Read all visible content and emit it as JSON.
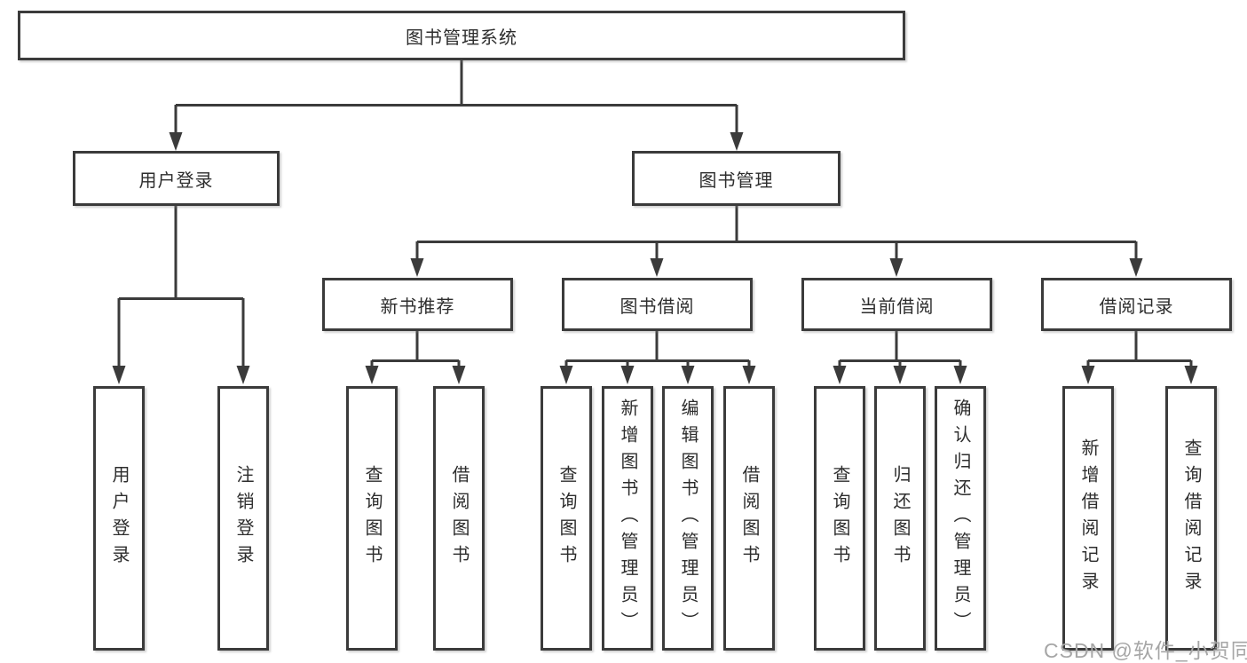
{
  "tree": {
    "root": {
      "label": "图书管理系统",
      "children": [
        {
          "label": "用户登录",
          "children": [
            {
              "label": "用户登录"
            },
            {
              "label": "注销登录"
            }
          ]
        },
        {
          "label": "图书管理",
          "children": [
            {
              "label": "新书推荐",
              "children": [
                {
                  "label": "查询图书"
                },
                {
                  "label": "借阅图书"
                }
              ]
            },
            {
              "label": "图书借阅",
              "children": [
                {
                  "label": "查询图书"
                },
                {
                  "label": "新增图书（管理员）"
                },
                {
                  "label": "编辑图书（管理员）"
                },
                {
                  "label": "借阅图书"
                }
              ]
            },
            {
              "label": "当前借阅",
              "children": [
                {
                  "label": "查询图书"
                },
                {
                  "label": "归还图书"
                },
                {
                  "label": "确认归还（管理员）"
                }
              ]
            },
            {
              "label": "借阅记录",
              "children": [
                {
                  "label": "新增借阅记录"
                },
                {
                  "label": "查询借阅记录"
                }
              ]
            }
          ]
        }
      ]
    }
  },
  "watermark": {
    "text": "CSDN @软件_小贺同学"
  },
  "colors": {
    "line": "#3b3b3b",
    "text": "#2d2d2d",
    "background": "#ffffff",
    "watermark": "#a6a6a6"
  }
}
